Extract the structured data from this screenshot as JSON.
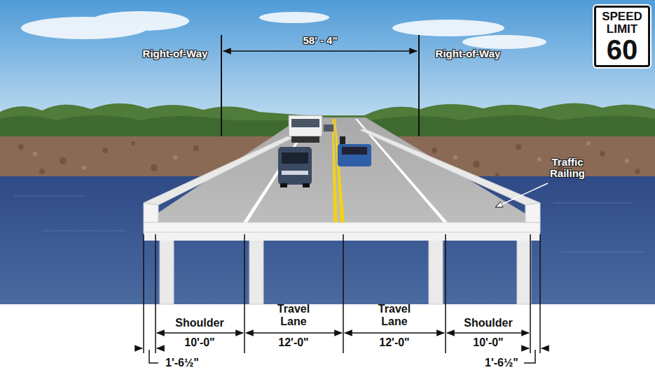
{
  "diagram": {
    "nodes": [
      {
        "text": [
          "SPEED LIMIT",
          "60"
        ]
      }
    ],
    "labels": [
      "Right-of-Way",
      "58' - 4\"",
      "Right-of-Way",
      "Traffic Railing",
      "Shoulder",
      "10'-0\"",
      "Travel Lane",
      "12'-0\"",
      "Travel Lane",
      "12'-0\"",
      "Shoulder",
      "10'-0\"",
      "1'-6½\"",
      "1'-6½\""
    ]
  }
}
